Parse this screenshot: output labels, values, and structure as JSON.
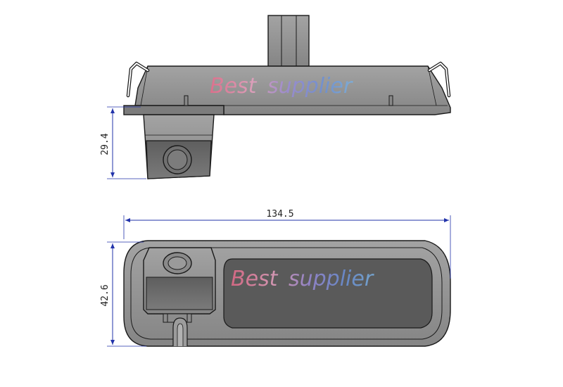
{
  "dimensions": {
    "height_top_view": "29.4",
    "length_bottom_view": "134.5",
    "height_bottom_view": "42.6"
  },
  "watermark": {
    "words": [
      "Best",
      "supplier"
    ]
  },
  "colors": {
    "body_fill": "#939393",
    "body_dark": "#6e6e6e",
    "outline": "#1a1a1a",
    "dimension_line": "#2233aa"
  }
}
